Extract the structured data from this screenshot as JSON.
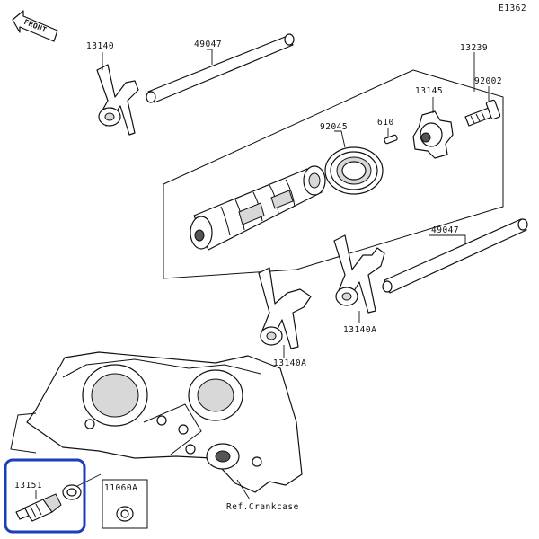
{
  "diagram": {
    "code": "E1362",
    "front_label": "FRONT",
    "parts": {
      "fork_top": "13140",
      "rod_top": "49047",
      "assembly": "13239",
      "star": "13145",
      "bolt": "92002",
      "pin": "610",
      "bearing": "92045",
      "rod_right": "49047",
      "fork_right": "13140A",
      "fork_mid": "13140A",
      "sensor": "13151",
      "washer": "11060A",
      "crankcase": "Ref.Crankcase"
    },
    "colors": {
      "line": "#111111",
      "highlight": "#1a3fb8",
      "shade": "#d8d8d8"
    }
  }
}
